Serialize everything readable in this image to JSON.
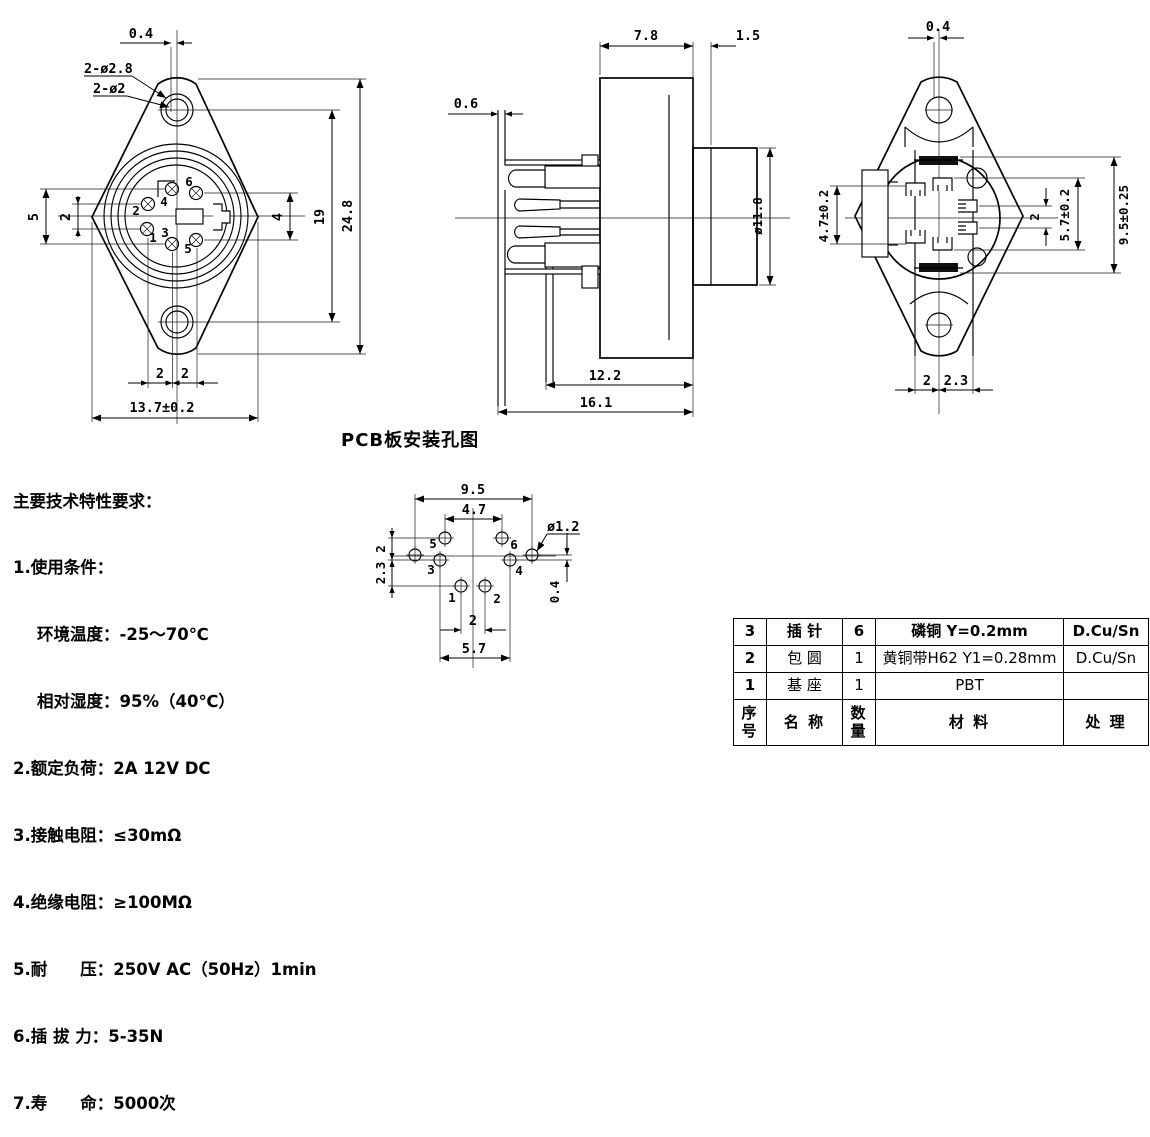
{
  "front_view": {
    "dim_top_offset": "0.4",
    "callout_outer": "2-ø2.8",
    "callout_inner": "2-ø2",
    "dim_left_span": "5",
    "dim_left_row": "2",
    "dim_right_span": "4",
    "dim_hole_pitch": "19",
    "dim_total_height": "24.8",
    "dim_bottom_left": "2",
    "dim_bottom_right": "2",
    "dim_total_width": "13.7±0.2",
    "pin_labels": {
      "p1": "1",
      "p2": "2",
      "p3": "3",
      "p4": "4",
      "p5": "5",
      "p6": "6"
    }
  },
  "side_view": {
    "dim_body_depth": "7.8",
    "dim_flange_thk": "1.5",
    "dim_pin_width": "0.6",
    "dim_barrel_dia": "ø11.8",
    "dim_depth_inner": "12.2",
    "dim_depth_total": "16.1"
  },
  "back_view": {
    "dim_top_offset": "0.4",
    "dim_left_span": "4.7±0.2",
    "dim_right_row": "2",
    "dim_right_mid": "5.7±0.2",
    "dim_right_outer": "9.5±0.25",
    "dim_bottom_left": "2",
    "dim_bottom_right": "2.3"
  },
  "pcb_view": {
    "title": "PCB板安装孔图",
    "dim_width_outer": "9.5",
    "dim_width_inner": "4.7",
    "dim_hole_dia": "ø1.2",
    "dim_row_top": "2",
    "dim_row_bottom": "2.3",
    "dim_offset": "0.4",
    "dim_bottom_inner": "2",
    "dim_bottom_outer": "5.7",
    "hole_labels": {
      "h1": "1",
      "h2": "2",
      "h3": "3",
      "h4": "4",
      "h5": "5",
      "h6": "6"
    }
  },
  "tech_requirements": {
    "title": "主要技术特性要求：",
    "lines": [
      "1.使用条件：",
      "环境温度：-25～70℃",
      "相对湿度：95%（40℃）",
      "2.额定负荷：2A 12V DC",
      "3.接触电阻：≤30mΩ",
      "4.绝缘电阻：≥100MΩ",
      "5.耐　　压：250V AC（50Hz）1min",
      "6.插 拔 力：5-35N",
      "7.寿　　命：5000次"
    ]
  },
  "bom_table": {
    "headers": [
      "序号",
      "名 称",
      "数量",
      "材 料",
      "处 理"
    ],
    "rows": [
      {
        "no": "3",
        "name": "插 针",
        "qty": "6",
        "material": "磷铜 Y=0.2mm",
        "finish": "D.Cu/Sn"
      },
      {
        "no": "2",
        "name": "包 圆",
        "qty": "1",
        "material": "黄铜带H62 Y1=0.28mm",
        "finish": "D.Cu/Sn"
      },
      {
        "no": "1",
        "name": "基 座",
        "qty": "1",
        "material": "PBT",
        "finish": ""
      }
    ]
  },
  "colors": {
    "line": "#000000",
    "background": "#ffffff"
  }
}
